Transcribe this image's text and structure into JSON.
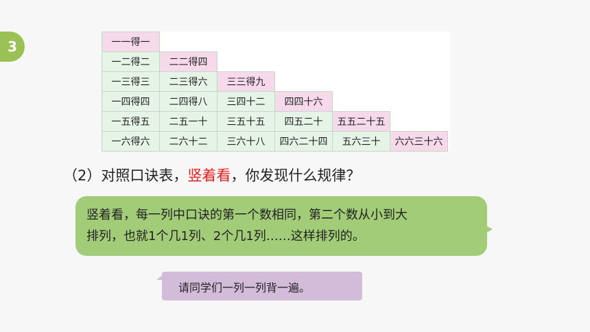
{
  "badge": {
    "number": "3"
  },
  "table": {
    "rows": [
      [
        "一一得一"
      ],
      [
        "一二得二",
        "二二得四"
      ],
      [
        "一三得三",
        "二三得六",
        "三三得九"
      ],
      [
        "一四得四",
        "二四得八",
        "三四十二",
        "四四十六"
      ],
      [
        "一五得五",
        "二五一十",
        "三五十五",
        "四五二十",
        "五五二十五"
      ],
      [
        "一六得六",
        "二六十二",
        "三六十八",
        "四六二十四",
        "五六三十",
        "六六三十六"
      ]
    ]
  },
  "question": {
    "prefix": "（2）对照口诀表，",
    "highlight": "竖着看",
    "suffix": "，你发现什么规律？"
  },
  "answer_bubble": {
    "line1": "竖着看，每一列中口诀的第一个数相同，第二个数从小到大",
    "line2": "排列，也就1个几1列、2个几1列……这样排列的。"
  },
  "hint_bubble": {
    "text": "请同学们一列一列背一遍。"
  },
  "colors": {
    "accent_green": "#9ac155",
    "bubble_green": "#a3cc79",
    "cell_green": "#e6f4e8",
    "cell_pink": "#f7d9ec",
    "highlight_red": "#e02020",
    "bubble_purple": "#d2bcd9"
  }
}
